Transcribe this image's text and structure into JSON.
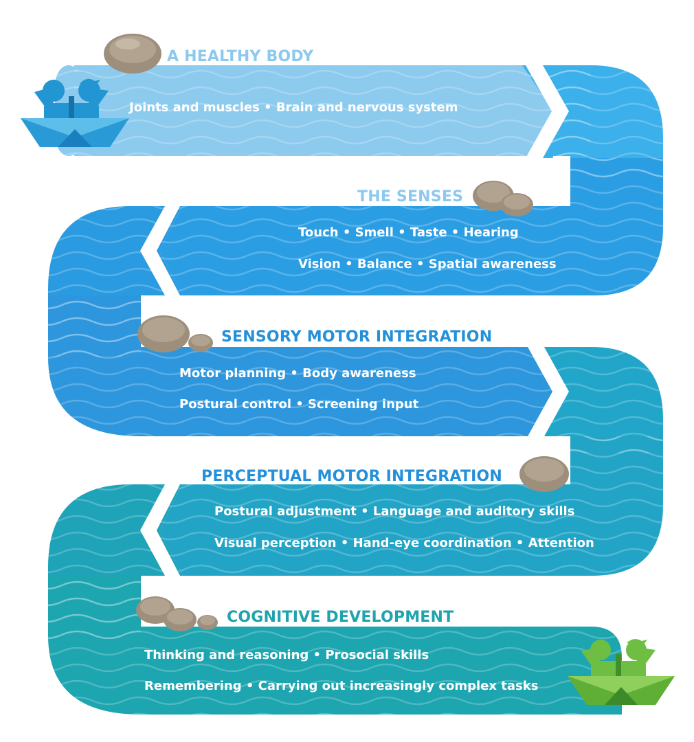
{
  "colors": {
    "band1": "#8ccaee",
    "band2": "#2b9ee3",
    "band3": "#2d96dc",
    "band4": "#22a4c6",
    "band5": "#1da5b0",
    "title_light": "#8cc9ee",
    "title_blue": "#2490d9",
    "title_teal": "#1fa3ad",
    "boat_blue": "#2196d3",
    "boat_green": "#6fbe44",
    "rock": "#9d8f7c"
  },
  "stages": [
    {
      "title": "A HEALTHY BODY",
      "lines": [
        "Joints and muscles • Brain and nervous system"
      ]
    },
    {
      "title": "THE SENSES",
      "lines": [
        "Touch • Smell • Taste • Hearing",
        "Vision • Balance • Spatial awareness"
      ]
    },
    {
      "title": "SENSORY MOTOR INTEGRATION",
      "lines": [
        "Motor planning • Body awareness",
        "Postural control • Screening input"
      ]
    },
    {
      "title": "PERCEPTUAL MOTOR INTEGRATION",
      "lines": [
        "Postural adjustment • Language and auditory skills",
        "Visual perception • Hand-eye coordination • Attention"
      ]
    },
    {
      "title": "COGNITIVE DEVELOPMENT",
      "lines": [
        "Thinking and reasoning • Prosocial skills",
        "Remembering • Carrying out increasingly complex tasks"
      ]
    }
  ],
  "icons": {
    "start": "paper-boat-children-icon",
    "end": "paper-boat-children-icon",
    "stone": "stone-icon"
  }
}
